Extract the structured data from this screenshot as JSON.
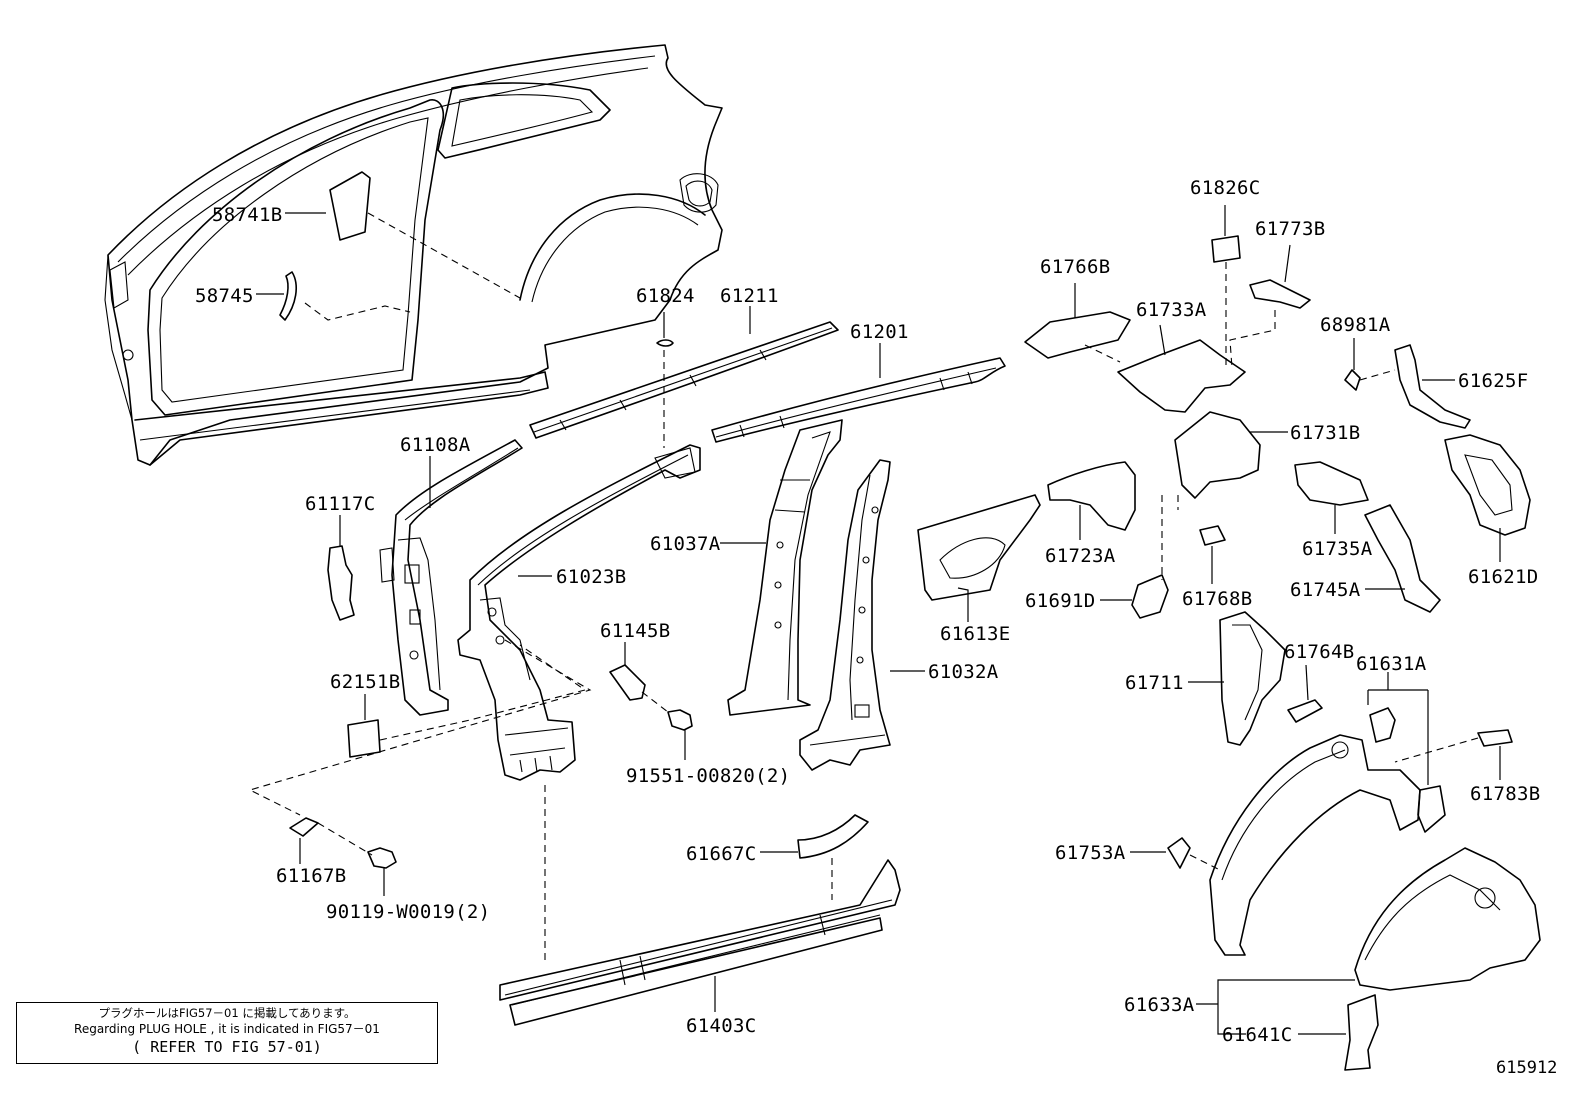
{
  "labels": {
    "p58741B": "58741B",
    "p58745": "58745",
    "p61824": "61824",
    "p61211": "61211",
    "p61201": "61201",
    "p61108A": "61108A",
    "p61117C": "61117C",
    "p62151B": "62151B",
    "p61023B": "61023B",
    "p61037A": "61037A",
    "p61145B": "61145B",
    "p91551": "91551-00820(2)",
    "p61032A": "61032A",
    "p61167B": "61167B",
    "p90119": "90119-W0019(2)",
    "p61667C": "61667C",
    "p61403C": "61403C",
    "p61766B": "61766B",
    "p61826C": "61826C",
    "p61773B": "61773B",
    "p61733A": "61733A",
    "p68981A": "68981A",
    "p61625F": "61625F",
    "p61731B": "61731B",
    "p61723A": "61723A",
    "p61613E": "61613E",
    "p61691D": "61691D",
    "p61768B": "61768B",
    "p61735A": "61735A",
    "p61745A": "61745A",
    "p61621D": "61621D",
    "p61711": "61711",
    "p61764B": "61764B",
    "p61631A": "61631A",
    "p61783B": "61783B",
    "p61753A": "61753A",
    "p61633A": "61633A",
    "p61641C": "61641C"
  },
  "note": {
    "line1": "プラグホールはFIG57－01 に掲載してあります。",
    "line2": "Regarding PLUG HOLE , it is indicated in FIG57－01",
    "line3": "( REFER TO FIG 57-01)"
  },
  "figure_id": "615912"
}
